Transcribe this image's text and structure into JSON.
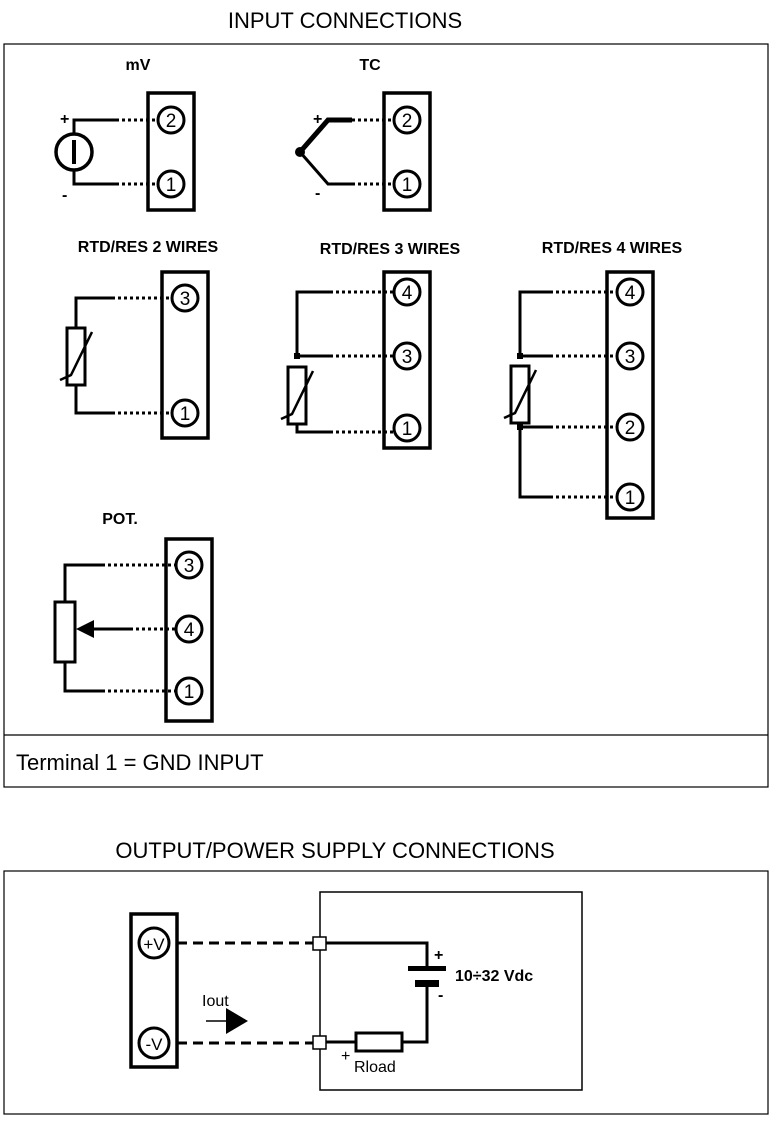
{
  "input": {
    "title": "INPUT CONNECTIONS",
    "mv": {
      "label": "mV",
      "plus": "+",
      "minus": "-",
      "t_top": "2",
      "t_bot": "1"
    },
    "tc": {
      "label": "TC",
      "plus": "+",
      "minus": "-",
      "t_top": "2",
      "t_bot": "1"
    },
    "rtd2": {
      "label": "RTD/RES 2 WIRES",
      "t_top": "3",
      "t_bot": "1"
    },
    "rtd3": {
      "label": "RTD/RES 3 WIRES",
      "t_top": "4",
      "t_mid": "3",
      "t_bot": "1"
    },
    "rtd4": {
      "label": "RTD/RES 4 WIRES",
      "t1": "4",
      "t2": "3",
      "t3": "2",
      "t4": "1"
    },
    "pot": {
      "label": "POT.",
      "t_top": "3",
      "t_mid": "4",
      "t_bot": "1"
    },
    "note": "Terminal 1 = GND INPUT"
  },
  "output": {
    "title": "OUTPUT/POWER SUPPLY CONNECTIONS",
    "t_plus": "+V",
    "t_minus": "-V",
    "iout": "Iout",
    "supply": "10÷32 Vdc",
    "bat_plus": "+",
    "bat_minus": "-",
    "load_plus": "+",
    "rload": "Rload"
  }
}
